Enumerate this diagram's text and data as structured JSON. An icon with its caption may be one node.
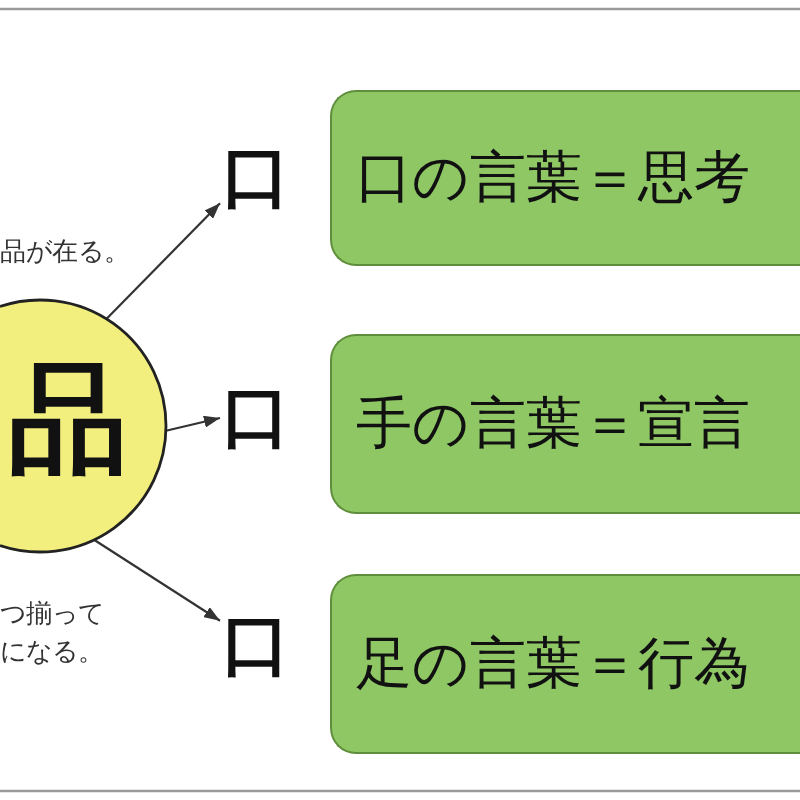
{
  "diagram": {
    "nodes": [
      {
        "text": [
          "品"
        ]
      },
      {
        "text": [
          "口"
        ]
      },
      {
        "text": [
          "口の言葉＝思考"
        ]
      },
      {
        "text": [
          "口"
        ]
      },
      {
        "text": [
          "手の言葉＝宣言"
        ]
      },
      {
        "text": [
          "口"
        ]
      },
      {
        "text": [
          "足の言葉＝行為"
        ]
      }
    ],
    "edges": [
      {
        "from": 0,
        "to": 1,
        "arrow": "to"
      },
      {
        "from": 0,
        "to": 3,
        "arrow": "to"
      },
      {
        "from": 0,
        "to": 5,
        "arrow": "to"
      }
    ],
    "labels": [
      "品が在る。",
      "つ揃ってになる。"
    ]
  }
}
